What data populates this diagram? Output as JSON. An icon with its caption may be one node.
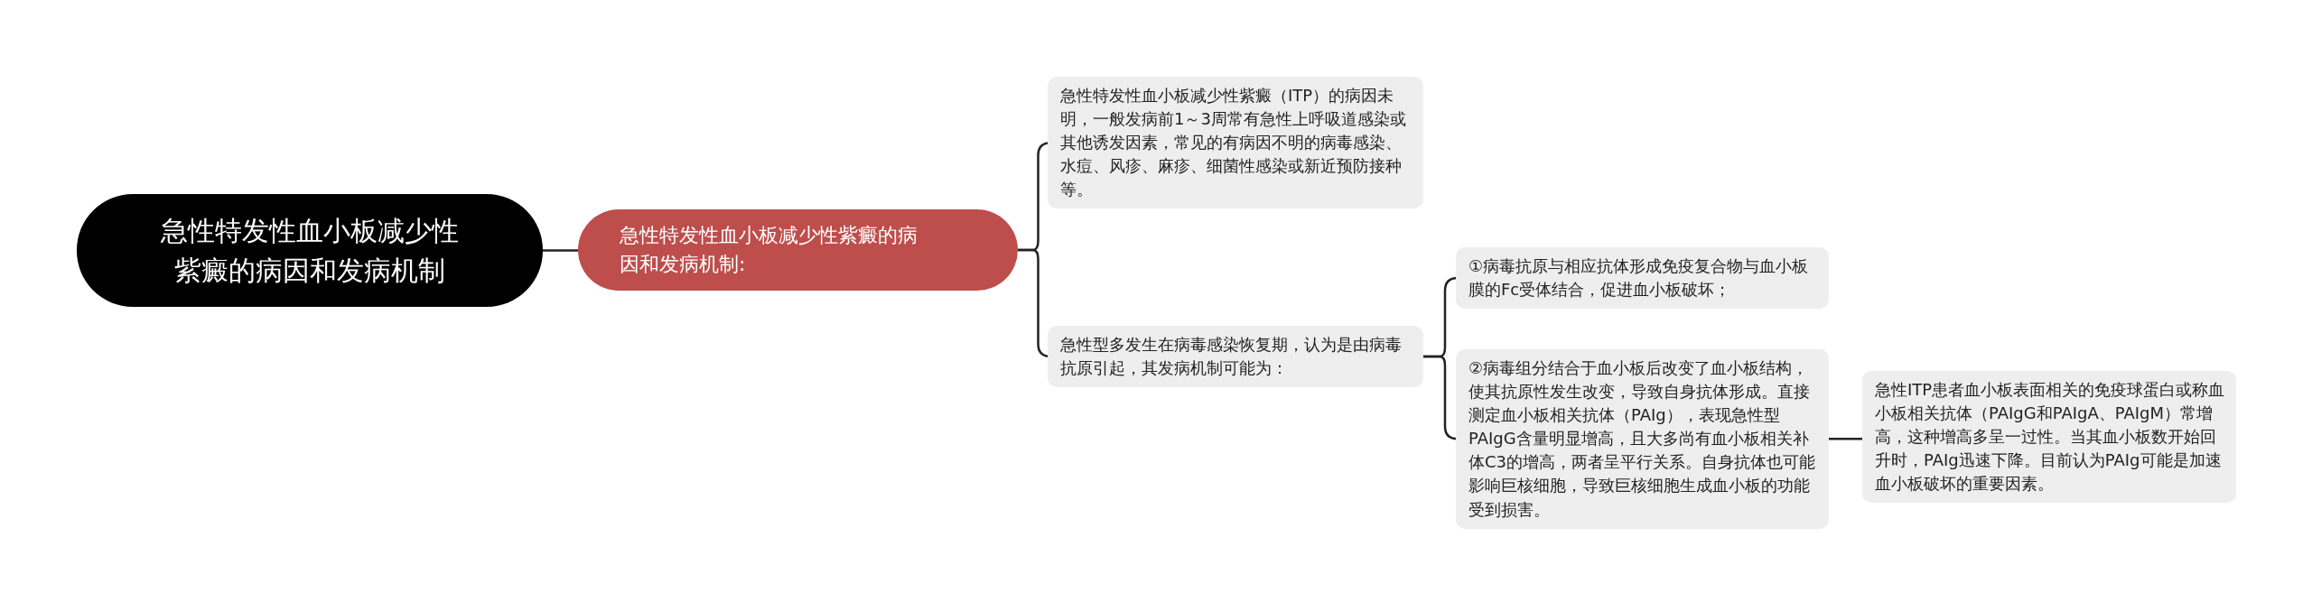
{
  "diagram": {
    "nodes": [
      {
        "text": [
          "急性特发性血小板减少性紫癜的病因和发病机制"
        ]
      },
      {
        "text": [
          "急性特发性血小板减少性紫癜的病因和发病机制:"
        ]
      },
      {
        "text": [
          "急性特发性血小板减少性紫癜（ITP）的病因未明，一般发病前1～3周常有急性上呼吸道感染或其他诱发因素，常见的有病因不明的病毒感染、水痘、风疹、麻疹、细菌性感染或新近预防接种等。"
        ]
      },
      {
        "text": [
          "急性型多发生在病毒感染恢复期，认为是由病毒抗原引起，其发病机制可能为："
        ]
      },
      {
        "text": [
          "①病毒抗原与相应抗体形成免疫复合物与血小板膜的Fc受体结合，促进血小板破坏；"
        ]
      },
      {
        "text": [
          "②病毒组分结合于血小板后改变了血小板结构，使其抗原性发生改变，导致自身抗体形成。直接测定血小板相关抗体（PAIg），表现急性型PAIgG含量明显增高，且大多尚有血小板相关补体C3的增高，两者呈平行关系。自身抗体也可能影响巨核细胞，导致巨核细胞生成血小板的功能受到损害。"
        ]
      },
      {
        "text": [
          "急性ITP患者血小板表面相关的免疫球蛋白或称血小板相关抗体（PAIgG和PAIgA、PAIgM）常增高，这种增高多呈一过性。当其血小板数开始回升时，PAIg迅速下降。目前认为PAIg可能是加速血小板破坏的重要因素。"
        ]
      }
    ],
    "edges": [
      {
        "from": 0,
        "to": 1,
        "arrow": "none"
      },
      {
        "from": 1,
        "to": 2,
        "arrow": "none"
      },
      {
        "from": 1,
        "to": 3,
        "arrow": "none"
      },
      {
        "from": 3,
        "to": 4,
        "arrow": "none"
      },
      {
        "from": 3,
        "to": 5,
        "arrow": "none"
      },
      {
        "from": 5,
        "to": 6,
        "arrow": "none"
      }
    ]
  }
}
